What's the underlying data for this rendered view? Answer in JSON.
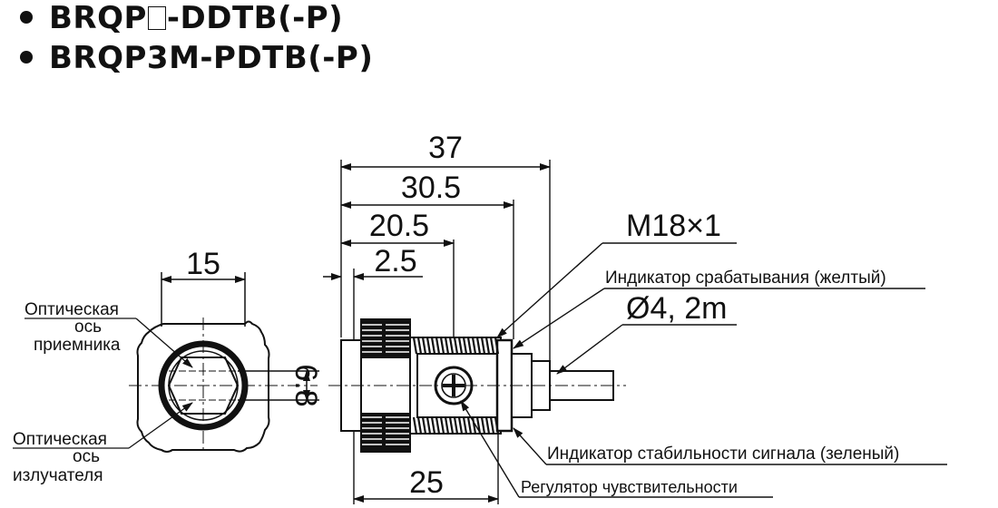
{
  "titles": {
    "line1_prefix": "BRQP",
    "line1_suffix": "-DDTB(-P)",
    "line2": "BRQP3M-PDTB(-P)"
  },
  "dimensions": {
    "total_length": "37",
    "body_length": "30.5",
    "thread_length": "20.5",
    "lens_offset": "2.5",
    "nut_span": "25",
    "front_width": "15",
    "axis_spacing": "6.8"
  },
  "callouts": {
    "thread": "M18×1",
    "operation_indicator": "Индикатор срабатывания (желтый)",
    "cable": "Ø4, 2m",
    "stability_indicator": "Индикатор стабильности сигнала (зеленый)",
    "sensitivity_adjuster": "Регулятор чувствительности",
    "receiver_axis": [
      "Оптическая",
      "ось",
      "приемника"
    ],
    "emitter_axis": [
      "Оптическая",
      "ось",
      "излучателя"
    ]
  }
}
